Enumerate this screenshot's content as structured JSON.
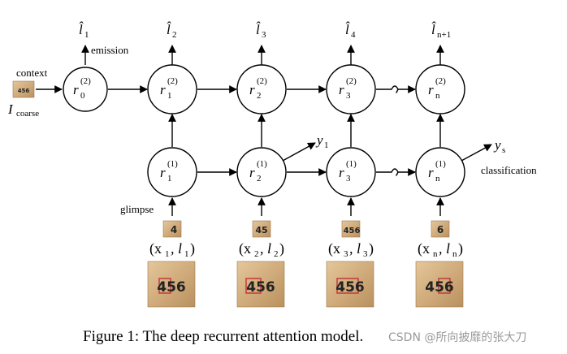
{
  "diagram": {
    "caption": "Figure 1: The deep recurrent attention model.",
    "watermark": "CSDN @所向披靡的张大刀",
    "labels": {
      "context": "context",
      "emission": "emission",
      "glimpse": "glimpse",
      "classification": "classification",
      "icoarse_main": "I",
      "icoarse_sub": "coarse"
    },
    "top_row": {
      "nodes": [
        {
          "main": "r",
          "sup": "(2)",
          "sub": "0"
        },
        {
          "main": "r",
          "sup": "(2)",
          "sub": "1"
        },
        {
          "main": "r",
          "sup": "(2)",
          "sub": "2"
        },
        {
          "main": "r",
          "sup": "(2)",
          "sub": "3"
        },
        {
          "main": "r",
          "sup": "(2)",
          "sub": "n"
        }
      ],
      "outputs": [
        {
          "main": "l̂",
          "sub": "1"
        },
        {
          "main": "l̂",
          "sub": "2"
        },
        {
          "main": "l̂",
          "sub": "3"
        },
        {
          "main": "l̂",
          "sub": "4"
        },
        {
          "main": "l̂",
          "sub": "n+1"
        }
      ]
    },
    "bottom_row": {
      "nodes": [
        {
          "main": "r",
          "sup": "(1)",
          "sub": "1"
        },
        {
          "main": "r",
          "sup": "(1)",
          "sub": "2"
        },
        {
          "main": "r",
          "sup": "(1)",
          "sub": "3"
        },
        {
          "main": "r",
          "sup": "(1)",
          "sub": "n"
        }
      ],
      "outputs": [
        {
          "main": "y",
          "sub": "1"
        },
        {
          "main": "y",
          "sub": "s"
        }
      ]
    },
    "glimpses": [
      {
        "label": "(x",
        "idx": "1",
        "mid": ", l",
        "idx2": "1",
        "end": ")",
        "patch_text": "4"
      },
      {
        "label": "(x",
        "idx": "2",
        "mid": ", l",
        "idx2": "2",
        "end": ")",
        "patch_text": "45"
      },
      {
        "label": "(x",
        "idx": "3",
        "mid": ", l",
        "idx2": "3",
        "end": ")",
        "patch_text": "456"
      },
      {
        "label": "(x",
        "idx": "n",
        "mid": ", l",
        "idx2": "n",
        "end": ")",
        "patch_text": "6"
      }
    ],
    "input_image_text": "456",
    "coarse_image_text": "456",
    "colors": {
      "patch_bg": "#d8b98a",
      "patch_bg_dark": "#b99262",
      "patch_red": "#c23b3b"
    }
  }
}
